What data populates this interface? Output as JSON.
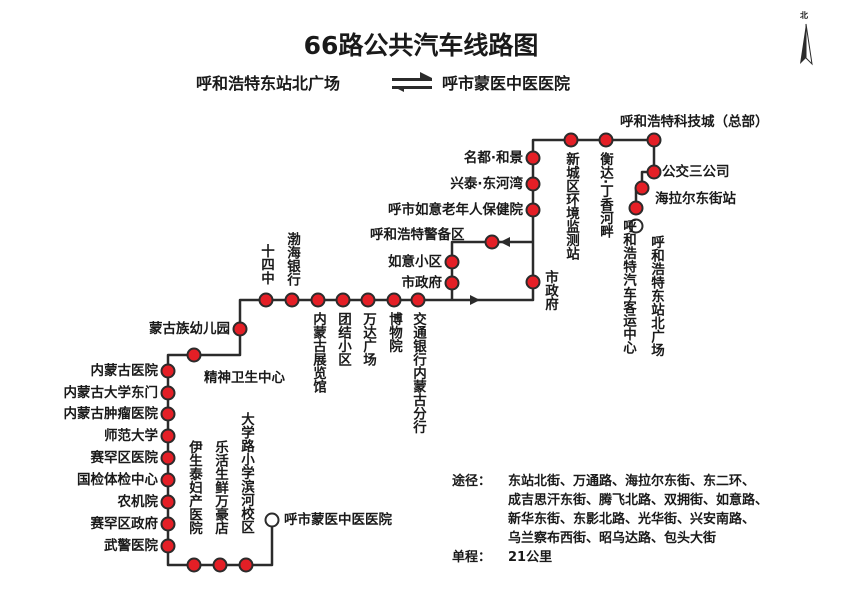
{
  "title": "66路公共汽车线路图",
  "direction": {
    "from": "呼和浩特东站北广场",
    "to": "呼市蒙医中医医院"
  },
  "compass": {
    "label": "北",
    "icon": "north-arrow-icon"
  },
  "stops": {
    "terminal_east": "呼和浩特东站北广场",
    "hailaer": "海拉尔东街站",
    "gongjiao": "公交三公司",
    "keji": "呼和浩特科技城（总部）",
    "keyun": "呼和浩特汽车客运中心",
    "hengda": "衡达·丁香河畔",
    "huanjing": "新城区环境监测站",
    "mingdu": "名都·和景",
    "xingtai": "兴泰·东河湾",
    "ruyi_yanglao": "呼市如意老年人保健院",
    "jingbei": "呼和浩特警备区",
    "ruyi_xiaoqu": "如意小区",
    "shizhengfu_l": "市政府",
    "shizhengfu_r": "市政府",
    "jiaotong": "交通银行内蒙古分行",
    "bowuguan": "博物院",
    "wanda": "万达广场",
    "tuanjie": "团结小区",
    "zhanlan": "内蒙古展览馆",
    "bohai": "渤海银行",
    "shisi": "十四中",
    "youer": "蒙古族幼儿园",
    "jingshen": "精神卫生中心",
    "nmg_yiyuan": "内蒙古医院",
    "nmg_daxue": "内蒙古大学东门",
    "zhongliu": "内蒙古肿瘤医院",
    "shifan": "师范大学",
    "saihan_yiyuan": "赛罕区医院",
    "guojian": "国检体检中心",
    "nongji": "农机院",
    "saihan_zhengfu": "赛罕区政府",
    "wujing": "武警医院",
    "yisheng": "伊生泰妇产医院",
    "lehuo": "乐活生鲜万豪店",
    "daxuelu": "大学路小学滨河校区",
    "terminal_west": "呼市蒙医中医医院"
  },
  "info": {
    "via_label": "途径：",
    "via_lines": [
      "东站北街、万通路、海拉尔东街、东二环、",
      "成吉思汗东街、腾飞北路、双拥街、如意路、",
      "新华东街、东影北路、光华街、兴安南路、",
      "乌兰察布西街、昭乌达路、包头大街"
    ],
    "distance_label": "单程：",
    "distance_value": "21公里"
  },
  "colors": {
    "route": "#2b2b2b",
    "stop_fill": "#e41f26",
    "stop_stroke": "#2b2b2b",
    "terminal_fill": "#ffffff",
    "text": "#1a1a1a"
  }
}
